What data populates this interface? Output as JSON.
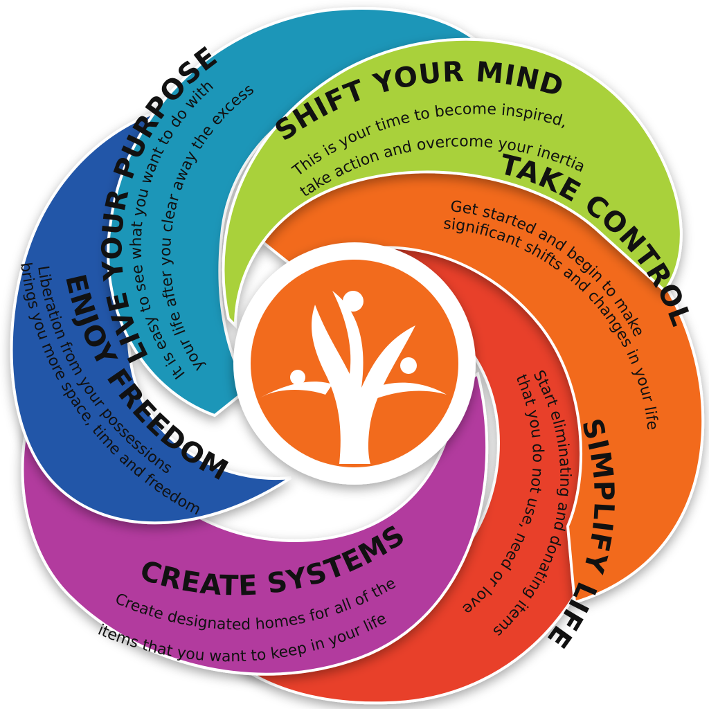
{
  "petals": [
    {
      "key": "simplify",
      "title": "SIMPLIFY LIFE",
      "line1": "Start eliminating and donating items",
      "line2": "that you do not use, need or love",
      "color": "#e8412c"
    },
    {
      "key": "create",
      "title": "CREATE SYSTEMS",
      "line1": "Create designated homes for all of the",
      "line2": "items that you want to keep in your life",
      "color": "#b23a9e"
    },
    {
      "key": "freedom",
      "title": "ENJOY FREEDOM",
      "line1": "Liberation from your possessions",
      "line2": "brings you more space, time and freedom",
      "color": "#2257a8"
    },
    {
      "key": "purpose",
      "title": "LIVE YOUR PURPOSE",
      "line1": "It is easy to see what you want to do with",
      "line2": "your life after you clear away the excess",
      "color": "#1d96b8"
    },
    {
      "key": "shift",
      "title": "SHIFT YOUR MIND",
      "line1": "This is your time to become inspired,",
      "line2": "take action and overcome your inertia",
      "color": "#a9d13a"
    },
    {
      "key": "control",
      "title": "TAKE CONTROL",
      "line1": "Get started and begin to make",
      "line2": "significant shifts and changes in your life",
      "color": "#f26b1d"
    }
  ],
  "center": {
    "logo_icon": "tree-people-icon",
    "color": "#f26b1d",
    "ring_color": "#ffffff"
  }
}
